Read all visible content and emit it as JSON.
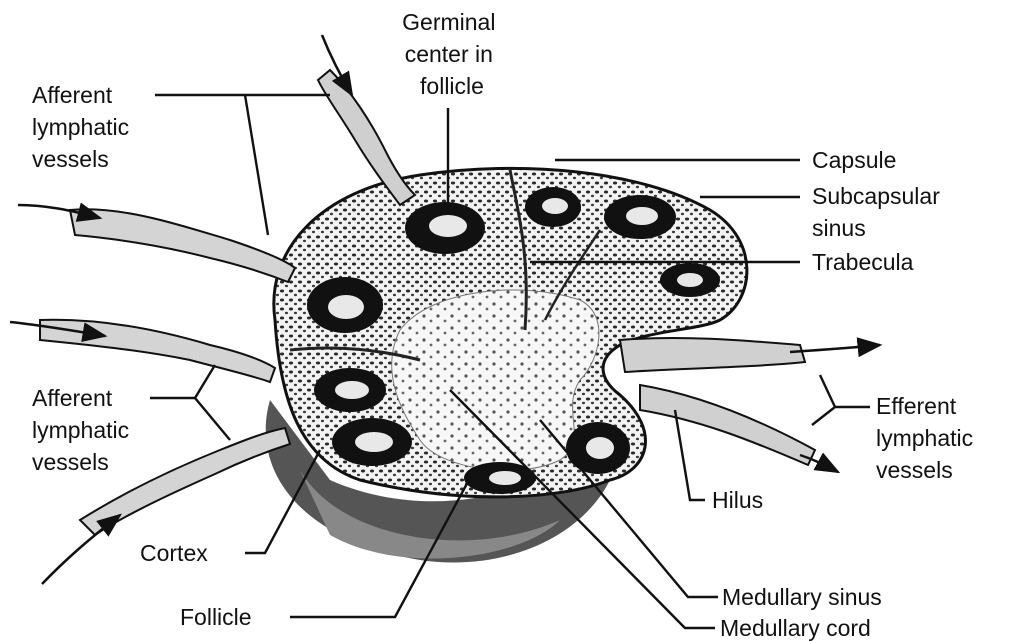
{
  "labels": {
    "germinal_center": [
      "Germinal",
      "center in",
      "follicle"
    ],
    "afferent_top": [
      "Afferent",
      "lymphatic",
      "vessels"
    ],
    "afferent_bottom": [
      "Afferent",
      "lymphatic",
      "vessels"
    ],
    "capsule": "Capsule",
    "subcapsular_sinus": [
      "Subcapsular",
      "sinus"
    ],
    "trabecula": "Trabecula",
    "efferent": [
      "Efferent",
      "lymphatic",
      "vessels"
    ],
    "hilus": "Hilus",
    "cortex": "Cortex",
    "follicle": "Follicle",
    "medullary_sinus": "Medullary sinus",
    "medullary_cord": "Medullary cord"
  }
}
